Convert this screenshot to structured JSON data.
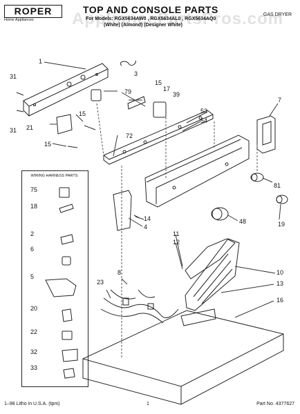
{
  "header": {
    "brand": "ROPER",
    "brand_sub": "Home Appliances",
    "title": "TOP AND CONSOLE PARTS",
    "model_line": "For Models: RGX5634AW0 , RGX5634AL0 , RGX5634AQ0",
    "color_line": "(White)     (Almond)    (Designer White)",
    "product_type": "GAS DRYER",
    "watermark": "AppliancePartsPros.com"
  },
  "wiring_box": {
    "title": "WIRING HARNESS PARTS",
    "items": [
      "75",
      "18",
      "2",
      "6",
      "5",
      "20",
      "22",
      "32",
      "33"
    ]
  },
  "callouts": {
    "c1": "1",
    "c3": "3",
    "c31a": "31",
    "c31b": "31",
    "c15a": "15",
    "c15b": "15",
    "c15c": "15",
    "c17": "17",
    "c79": "79",
    "c39": "39",
    "c21": "21",
    "c72": "72",
    "c53": "53",
    "c54": "54",
    "c7": "7",
    "c81": "81",
    "c19": "19",
    "c14": "14",
    "c4": "4",
    "c48": "48",
    "c11": "11",
    "c12": "12",
    "c8": "8",
    "c23": "23",
    "c10": "10",
    "c13": "13",
    "c16": "16"
  },
  "footer": {
    "left": "1–98 Litho in U.S.A. (tpm)",
    "center": "1",
    "right": "Part No. 4377627"
  }
}
